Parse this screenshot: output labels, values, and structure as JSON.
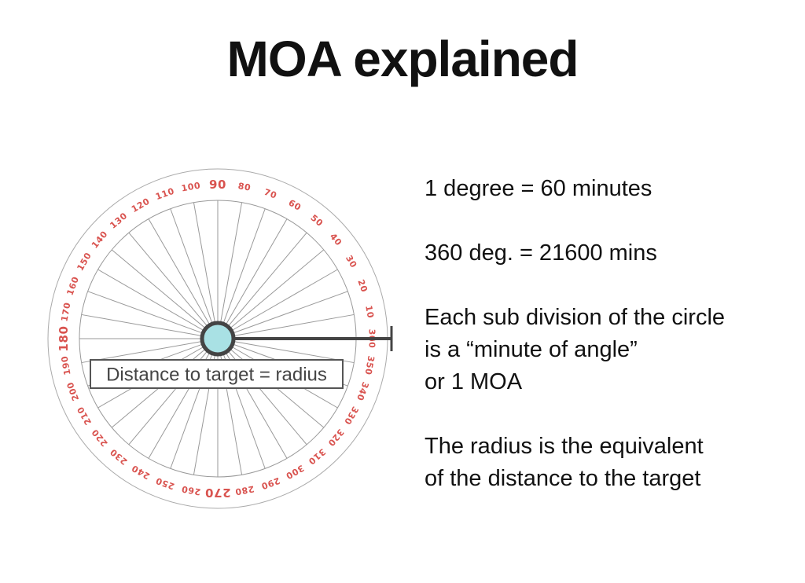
{
  "title": "MOA explained",
  "diagram": {
    "degree_labels": [
      {
        "deg": 0,
        "text": "0"
      },
      {
        "deg": 10,
        "text": "10"
      },
      {
        "deg": 20,
        "text": "20"
      },
      {
        "deg": 30,
        "text": "30"
      },
      {
        "deg": 40,
        "text": "40"
      },
      {
        "deg": 50,
        "text": "50"
      },
      {
        "deg": 60,
        "text": "60"
      },
      {
        "deg": 70,
        "text": "70"
      },
      {
        "deg": 80,
        "text": "80"
      },
      {
        "deg": 90,
        "text": "90"
      },
      {
        "deg": 100,
        "text": "100"
      },
      {
        "deg": 110,
        "text": "110"
      },
      {
        "deg": 120,
        "text": "120"
      },
      {
        "deg": 130,
        "text": "130"
      },
      {
        "deg": 140,
        "text": "140"
      },
      {
        "deg": 150,
        "text": "150"
      },
      {
        "deg": 160,
        "text": "160"
      },
      {
        "deg": 170,
        "text": "170"
      },
      {
        "deg": 180,
        "text": "180"
      },
      {
        "deg": 190,
        "text": "190"
      },
      {
        "deg": 200,
        "text": "200"
      },
      {
        "deg": 210,
        "text": "210"
      },
      {
        "deg": 220,
        "text": "220"
      },
      {
        "deg": 230,
        "text": "230"
      },
      {
        "deg": 240,
        "text": "240"
      },
      {
        "deg": 250,
        "text": "250"
      },
      {
        "deg": 260,
        "text": "260"
      },
      {
        "deg": 270,
        "text": "270"
      },
      {
        "deg": 280,
        "text": "280"
      },
      {
        "deg": 290,
        "text": "290"
      },
      {
        "deg": 300,
        "text": "300"
      },
      {
        "deg": 310,
        "text": "310"
      },
      {
        "deg": 320,
        "text": "320"
      },
      {
        "deg": 330,
        "text": "330"
      },
      {
        "deg": 340,
        "text": "340"
      },
      {
        "deg": 350,
        "text": "350"
      },
      {
        "deg": 360,
        "text": "360"
      }
    ],
    "major_degrees": [
      90,
      180,
      270
    ],
    "radius_label": "Distance to target = radius",
    "colors": {
      "degree_labels": "#d9534f",
      "spokes": "#999999",
      "outer_ring": "#aaaaaa",
      "radius_line": "#444444",
      "center_fill": "#a9e1e4",
      "center_stroke": "#444444",
      "label_box_border": "#555555",
      "label_text": "#444444"
    }
  },
  "notes": [
    {
      "lines": [
        "1 degree = 60 minutes"
      ]
    },
    {
      "lines": [
        "360 deg. = 21600 mins"
      ]
    },
    {
      "lines": [
        "Each sub division of the circle",
        "is a “minute of angle”",
        "or 1 MOA"
      ]
    },
    {
      "lines": [
        "The radius is the equivalent",
        "of the distance to the target"
      ]
    }
  ]
}
